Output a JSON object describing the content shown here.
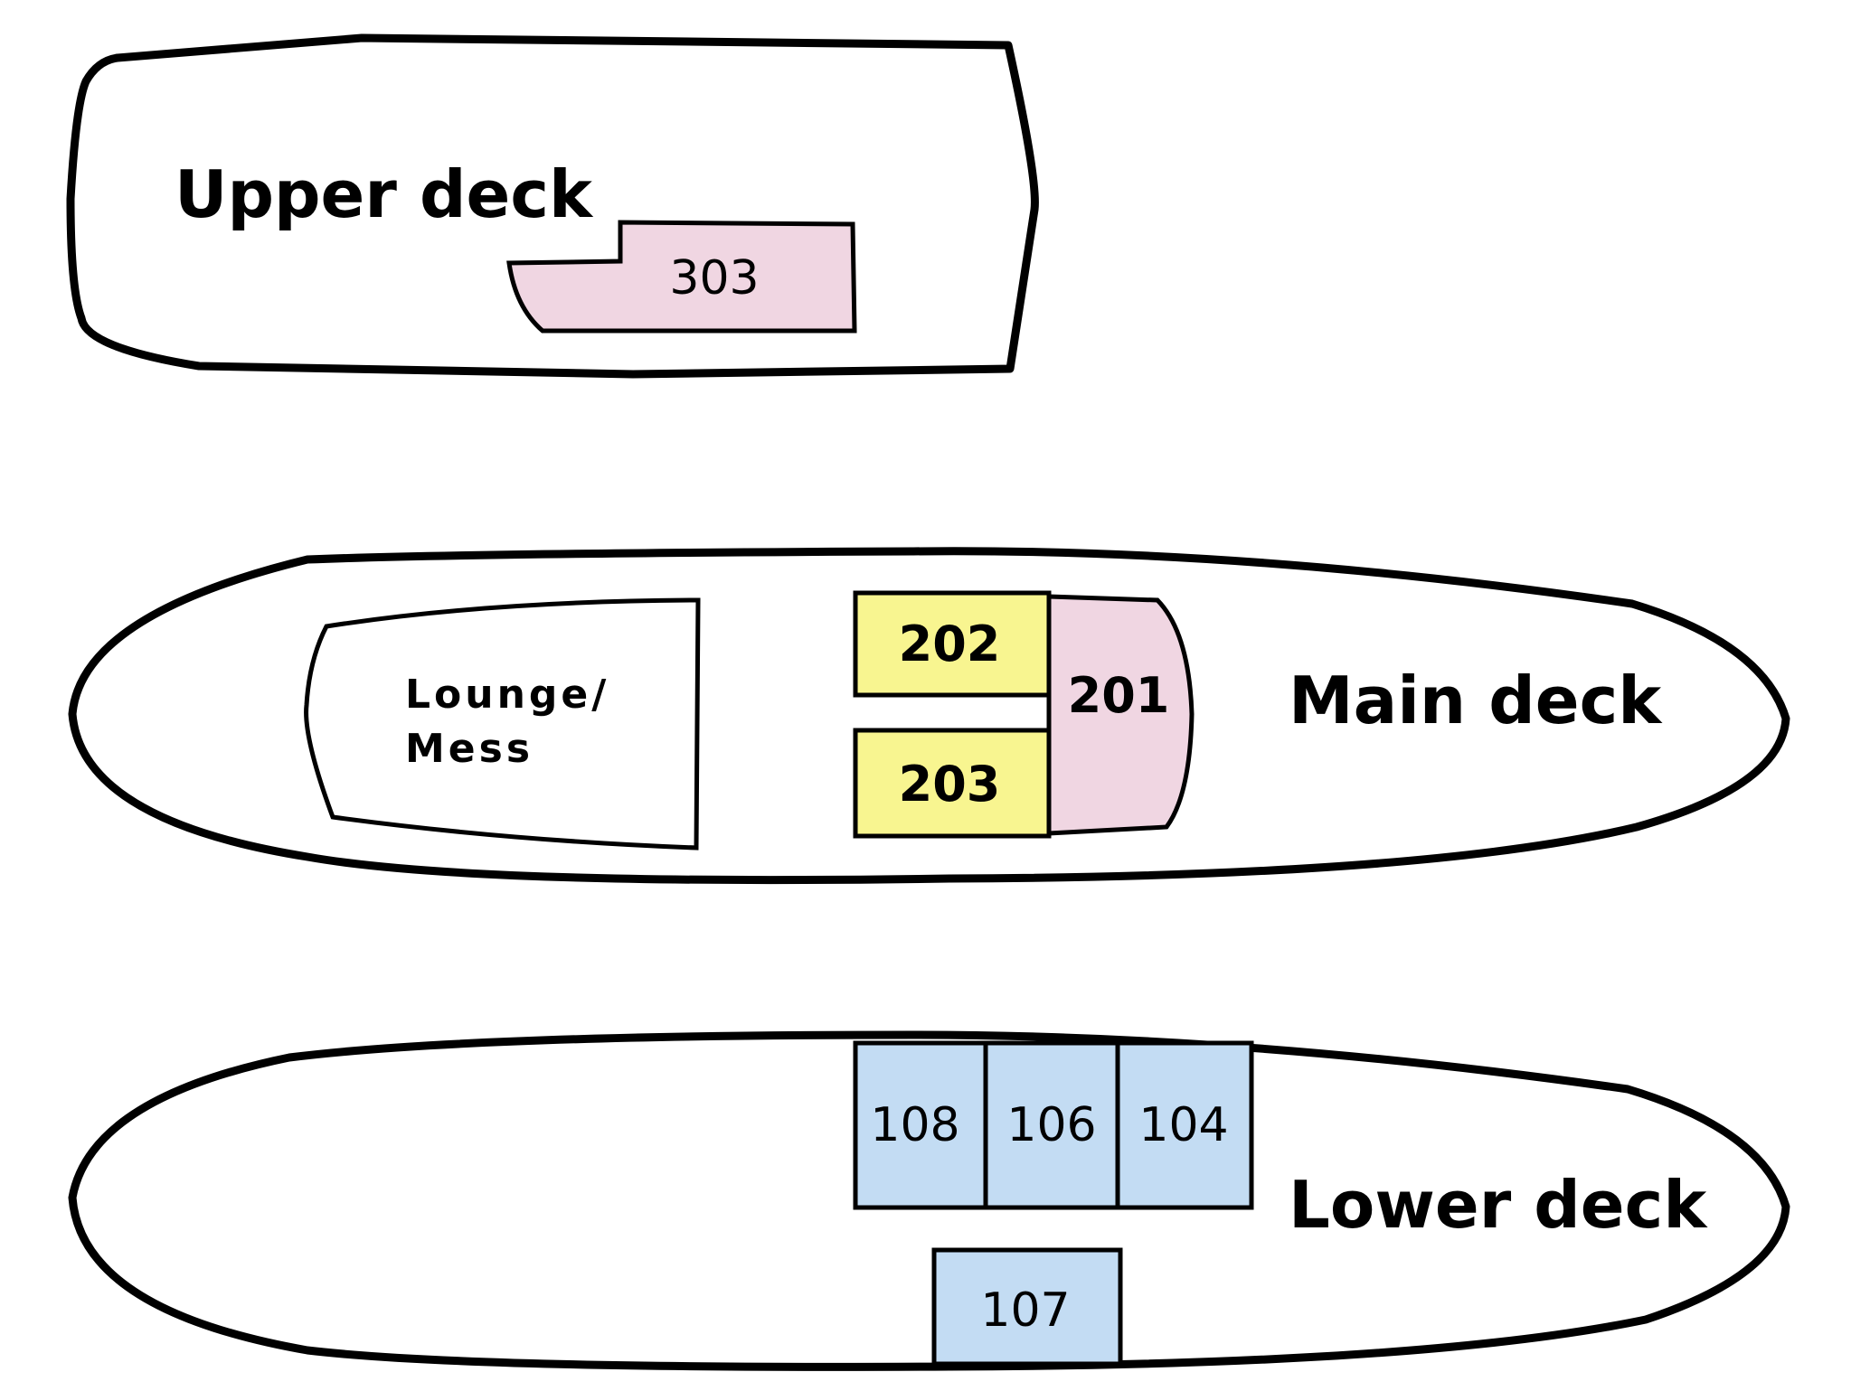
{
  "decks": {
    "upper": {
      "title": "Upper deck",
      "rooms": [
        {
          "number": "303",
          "category": "suite"
        }
      ]
    },
    "main": {
      "title": "Main deck",
      "lounge": {
        "line1": "Lounge/",
        "line2": "Mess"
      },
      "rooms": [
        {
          "number": "202",
          "category": "standard"
        },
        {
          "number": "203",
          "category": "standard"
        },
        {
          "number": "201",
          "category": "suite"
        }
      ]
    },
    "lower": {
      "title": "Lower deck",
      "rooms": [
        {
          "number": "108",
          "category": "lower"
        },
        {
          "number": "106",
          "category": "lower"
        },
        {
          "number": "104",
          "category": "lower"
        },
        {
          "number": "107",
          "category": "lower"
        }
      ]
    }
  },
  "colors": {
    "suite": "#f0d6e2",
    "standard": "#f8f590",
    "lower": "#c3dcf3",
    "outline": "#000000",
    "hull_fill": "#ffffff"
  }
}
